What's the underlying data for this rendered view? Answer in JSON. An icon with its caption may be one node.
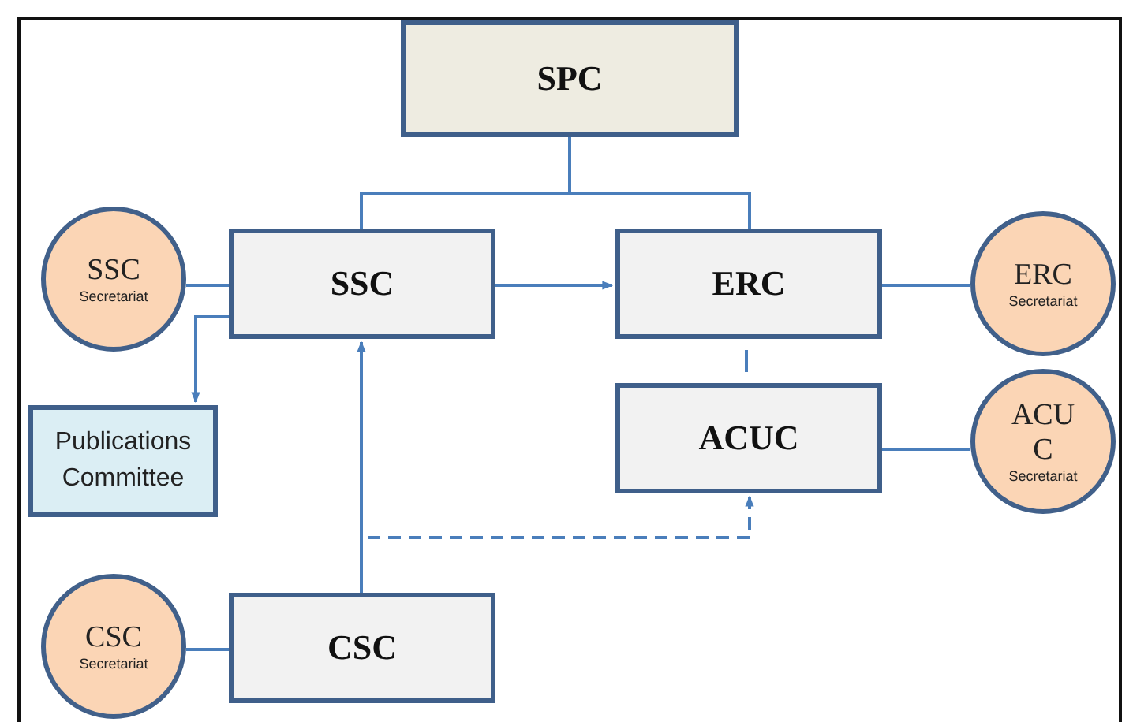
{
  "diagram": {
    "nodes": [
      {
        "text": [
          "SPC"
        ]
      },
      {
        "text": [
          "SSC",
          "Secretariat"
        ]
      },
      {
        "text": [
          "SSC"
        ]
      },
      {
        "text": [
          "ERC"
        ]
      },
      {
        "text": [
          "ERC",
          "Secretariat"
        ]
      },
      {
        "text": [
          "Publications Committee"
        ]
      },
      {
        "text": [
          "ACUC"
        ]
      },
      {
        "text": [
          "ACU C",
          "Secretariat"
        ]
      },
      {
        "text": [
          "CSC",
          "Secretariat"
        ]
      },
      {
        "text": [
          "CSC"
        ]
      }
    ],
    "edges": [
      {
        "from": 0,
        "to": 2,
        "arrow": "none"
      },
      {
        "from": 0,
        "to": 3,
        "arrow": "none"
      },
      {
        "from": 1,
        "to": 2,
        "arrow": "none"
      },
      {
        "from": 2,
        "to": 3,
        "arrow": "to"
      },
      {
        "from": 3,
        "to": 4,
        "arrow": "none"
      },
      {
        "from": 2,
        "to": 5,
        "arrow": "to"
      },
      {
        "from": 3,
        "to": 6,
        "arrow": "none"
      },
      {
        "from": 6,
        "to": 7,
        "arrow": "none"
      },
      {
        "from": 8,
        "to": 9,
        "arrow": "none"
      },
      {
        "from": 9,
        "to": 2,
        "arrow": "to"
      },
      {
        "from": 9,
        "to": 6,
        "arrow": "to",
        "style": "dashed"
      }
    ]
  }
}
